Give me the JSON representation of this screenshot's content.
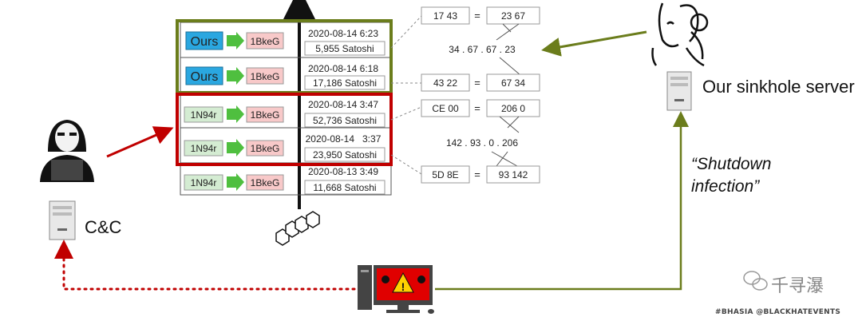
{
  "colors": {
    "green_frame": "#6b7d1c",
    "red_frame": "#c00000",
    "blue_badge": "#2aa7e0",
    "pink_box": "#f8c9c9",
    "green_box": "#d4ecd2",
    "arrow_green": "#4fbf3f"
  },
  "transactions": [
    {
      "from": "Ours",
      "to": "1BkeG",
      "date": "2020-08-14 6:23",
      "amount": "5,955 Satoshi"
    },
    {
      "from": "Ours",
      "to": "1BkeG",
      "date": "2020-08-14 6:18",
      "amount": "17,186 Satoshi"
    },
    {
      "from": "1N94r",
      "to": "1BkeG",
      "date": "2020-08-14 3:47",
      "amount": "52,736 Satoshi"
    },
    {
      "from": "1N94r",
      "to": "1BkeG",
      "date": "2020-08-14   3:37",
      "amount": "23,950 Satoshi"
    },
    {
      "from": "1N94r",
      "to": "1BkeG",
      "date": "2020-08-13 3:49",
      "amount": "11,668 Satoshi"
    }
  ],
  "decode": {
    "hex_top": "17 43",
    "hex_mid": "43 22",
    "dec_top": "23 67",
    "dec_mid": "67 34",
    "ip_top": "34 . 67 . 67 . 23",
    "hex_3": "CE 00",
    "hex_4": "5D 8E",
    "dec_3": "206 0",
    "dec_4": "93 142",
    "ip_bottom": "142 . 93 . 0 . 206",
    "equals": "="
  },
  "labels": {
    "sinkhole": "Our sinkhole server",
    "cnc": "C&C",
    "shutdown": "“Shutdown infection”"
  },
  "footer": {
    "watermark": "千寻瀑",
    "hashtags": "#BHASIA  @BLACKHATEVENTS"
  },
  "icons": {
    "hacker": "hacker-icon",
    "server": "server-icon",
    "blocks": "blockchain-icon",
    "infected_pc": "infected-computer-icon",
    "researchers": "researchers-icon",
    "wechat": "wechat-icon"
  }
}
